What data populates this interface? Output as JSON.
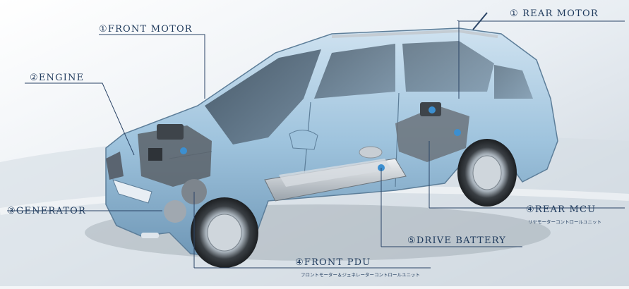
{
  "labels": {
    "front_motor": "①FRONT MOTOR",
    "rear_motor": "① REAR MOTOR",
    "engine": "②ENGINE",
    "generator": "③GENERATOR",
    "rear_mcu": "④REAR MCU",
    "rear_mcu_sub": "リヤモーターコントロールユニット",
    "drive_battery": "⑤DRIVE BATTERY",
    "front_pdu": "④FRONT PDU",
    "front_pdu_sub": "フロントモーター＆ジェネレーターコントロールユニット"
  },
  "colors": {
    "label_text": "#1f3a5c",
    "leader_line": "#2a4466",
    "car_body": "#9ec3dd",
    "background": "#f4f6f8"
  }
}
